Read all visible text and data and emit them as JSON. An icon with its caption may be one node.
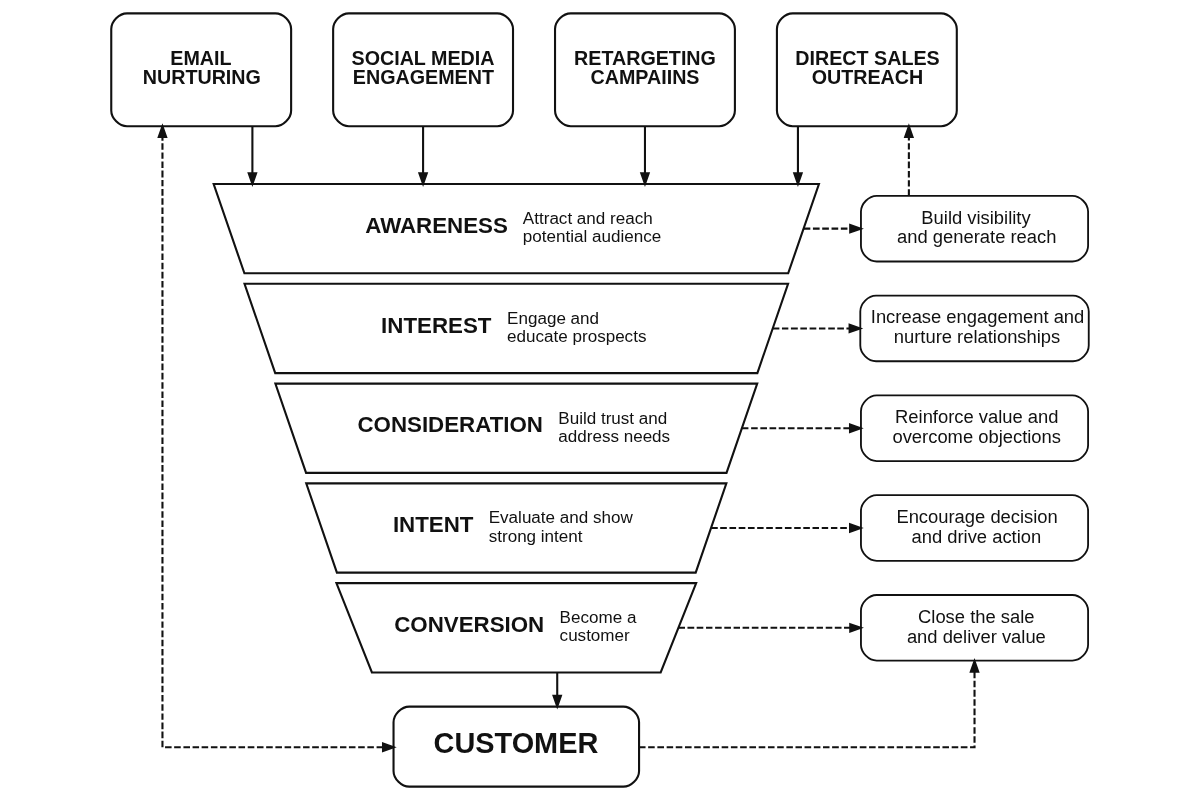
{
  "diagram": {
    "nodes": [
      {
        "text": [
          "EMAIL NURTURING"
        ]
      },
      {
        "text": [
          "SOCIAL MEDIA ENGAGEMENT"
        ]
      },
      {
        "text": [
          "RETARGETING CAMPAIINS"
        ]
      },
      {
        "text": [
          "DIRECT SALES OUTREACH"
        ]
      },
      {
        "text": [
          "AWARENESS",
          "Attract and reach potential audience"
        ]
      },
      {
        "text": [
          "Build visibility and generate reach"
        ]
      },
      {
        "text": [
          "INTEREST",
          "Engage and educate prospects"
        ]
      },
      {
        "text": [
          "Increase engagement and nurture relationships"
        ]
      },
      {
        "text": [
          "CONSIDERATION",
          "Build trust and address needs"
        ]
      },
      {
        "text": [
          "Reinforce value and overcome objections"
        ]
      },
      {
        "text": [
          "INTENT",
          "Evaluate and show strong intent"
        ]
      },
      {
        "text": [
          "Encourage decision and drive action"
        ]
      },
      {
        "text": [
          "CONVERSION",
          "Become a customer"
        ]
      },
      {
        "text": [
          "Close the sale and deliver value"
        ]
      },
      {
        "text": [
          "CUSTOMER"
        ]
      }
    ],
    "edges": [
      {
        "from": 0,
        "to": 4,
        "arrow": "to"
      },
      {
        "from": 1,
        "to": 4,
        "arrow": "to"
      },
      {
        "from": 2,
        "to": 4,
        "arrow": "to"
      },
      {
        "from": 3,
        "to": 4,
        "arrow": "to"
      },
      {
        "from": 4,
        "to": 5,
        "arrow": "to",
        "style": "dashed"
      },
      {
        "from": 6,
        "to": 7,
        "arrow": "to",
        "style": "dashed"
      },
      {
        "from": 8,
        "to": 9,
        "arrow": "to",
        "style": "dashed"
      },
      {
        "from": 10,
        "to": 11,
        "arrow": "to",
        "style": "dashed"
      },
      {
        "from": 12,
        "to": 13,
        "arrow": "to",
        "style": "dashed"
      },
      {
        "from": 12,
        "to": 14,
        "arrow": "to"
      },
      {
        "from": 14,
        "to": 0,
        "arrow": "both",
        "style": "dashed"
      },
      {
        "from": 14,
        "to": 13,
        "arrow": "to",
        "style": "dashed"
      },
      {
        "from": 5,
        "to": 3,
        "arrow": "to",
        "style": "dashed"
      }
    ]
  }
}
